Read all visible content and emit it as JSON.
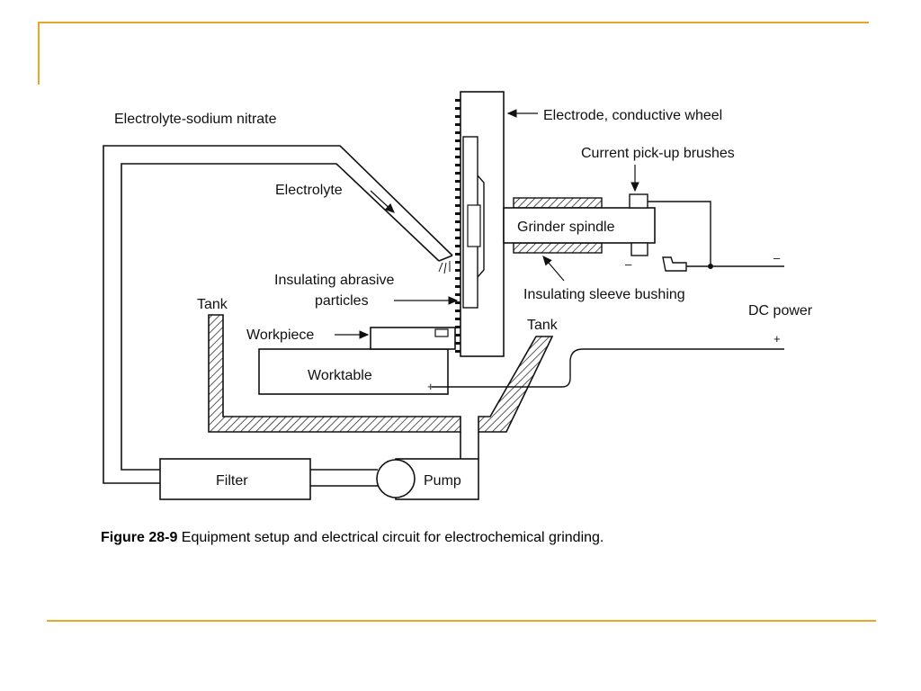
{
  "theme": {
    "accent": "#E6A827",
    "line": "#111111",
    "background": "#ffffff"
  },
  "diagram": {
    "labels": {
      "electrolyte_supply": "Electrolyte-sodium nitrate",
      "electrode": "Electrode, conductive wheel",
      "brushes": "Current pick-up brushes",
      "electrolyte": "Electrolyte",
      "spindle": "Grinder spindle",
      "abrasive_line1": "Insulating abrasive",
      "abrasive_line2": "particles",
      "sleeve": "Insulating sleeve bushing",
      "tank_left": "Tank",
      "tank_right": "Tank",
      "dc_power": "DC power",
      "workpiece": "Workpiece",
      "worktable": "Worktable",
      "filter": "Filter",
      "pump": "Pump"
    },
    "signs": {
      "minus_terminal": "–",
      "plus_terminal": "+",
      "worktable_plus": "+",
      "brush_minus": "–"
    }
  },
  "caption": {
    "figure_number": "Figure 28-9",
    "text": " Equipment setup and electrical circuit for electrochemical grinding."
  }
}
